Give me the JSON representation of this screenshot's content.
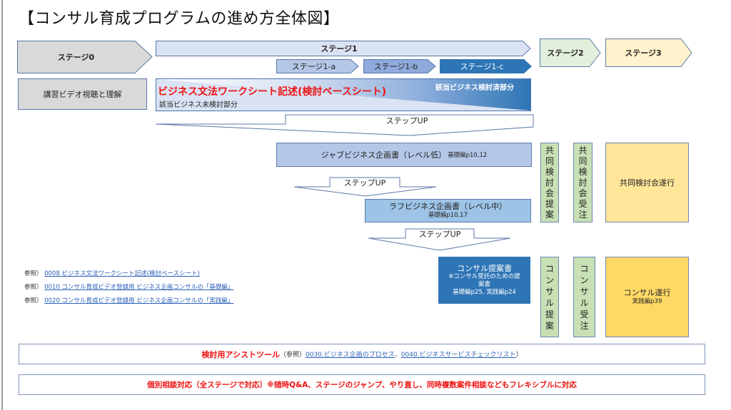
{
  "title": "【コンサル育成プログラムの進め方全体図】",
  "stages": {
    "stage0": "ステージ0",
    "stage1": "ステージ1",
    "stage1a": "ステージ1-a",
    "stage1b": "ステージ1-b",
    "stage1c": "ステージ1-c",
    "stage2": "ステージ2",
    "stage3": "ステージ3"
  },
  "stage0_box": "講習ビデオ視聴と理解",
  "worksheet": {
    "title": "ビジネス文法ワークシート記述(検討ベースシート)",
    "undone": "該当ビジネス未検討部分",
    "done": "該当ビジネス検討済部分"
  },
  "step_up": [
    "ステップUP",
    "ステップUP",
    "ステップUP"
  ],
  "plans": {
    "jab": {
      "title": "ジャブビジネス企画書（レベル低）",
      "ref": "基礎編p10,12"
    },
    "rough": {
      "title": "ラフビジネス企画書（レベル中）",
      "ref": "基礎編p10,17"
    },
    "consul": {
      "title": "コンサル提案書",
      "note1": "※コンサル受託のための提",
      "note2": "案書",
      "ref": "基礎編p25, 実践編p24"
    }
  },
  "stage2_cols": {
    "joint_proposal": [
      "共",
      "同",
      "検",
      "討",
      "会",
      "提",
      "案"
    ],
    "joint_order": [
      "共",
      "同",
      "検",
      "討",
      "会",
      "受",
      "注"
    ],
    "consul_proposal": [
      "コ",
      "ン",
      "サ",
      "ル",
      "提",
      "案"
    ],
    "consul_order": [
      "コ",
      "ン",
      "サ",
      "ル",
      "受",
      "注"
    ]
  },
  "stage3_boxes": {
    "joint_exec": "共同検討会遂行",
    "consul_exec": "コンサル遂行",
    "consul_exec_ref": "実践編p39"
  },
  "references": [
    {
      "prefix": "参照）",
      "link": "0008 ビジネス文法ワークシート記述(検討ベースシート)"
    },
    {
      "prefix": "参照）",
      "link": "0010 コンサル育成ビデオ登録用 ビジネス企画コンサルの「基礎編」"
    },
    {
      "prefix": "参照）",
      "link": "0020 コンサル育成ビデオ登録用 ビジネス企画コンサルの「実践編」"
    }
  ],
  "assist": {
    "label": "検討用アシストツール",
    "ref_prefix": "（参照）",
    "link1": "0030.ビジネス企画のプロセス",
    "sep": "、",
    "link2": "0040.ビジネスサービスチェックリスト",
    "close": "）"
  },
  "consult": "個別相談対応（全ステージで対応）※随時Q&A、ステージのジャンプ、やり直し、同時複数案件相談などもフレキシブルに対応",
  "colors": {
    "stage0": "#d9d9d9",
    "stage1": "#dae3f3",
    "stage1a": "#b4c7e7",
    "stage1b": "#8faadc",
    "stage1c": "#2e75b6",
    "stage2": "#e2efda",
    "stage3": "#fff2cc",
    "green_col": "#c7e0b4",
    "yellow_box": "#ffe699",
    "yellow_box2": "#ffd966",
    "plan_box": "#b4c7e7",
    "consul_box": "#2e75b6",
    "accent_red": "#ee1111",
    "link_blue": "#2b5fb8"
  }
}
